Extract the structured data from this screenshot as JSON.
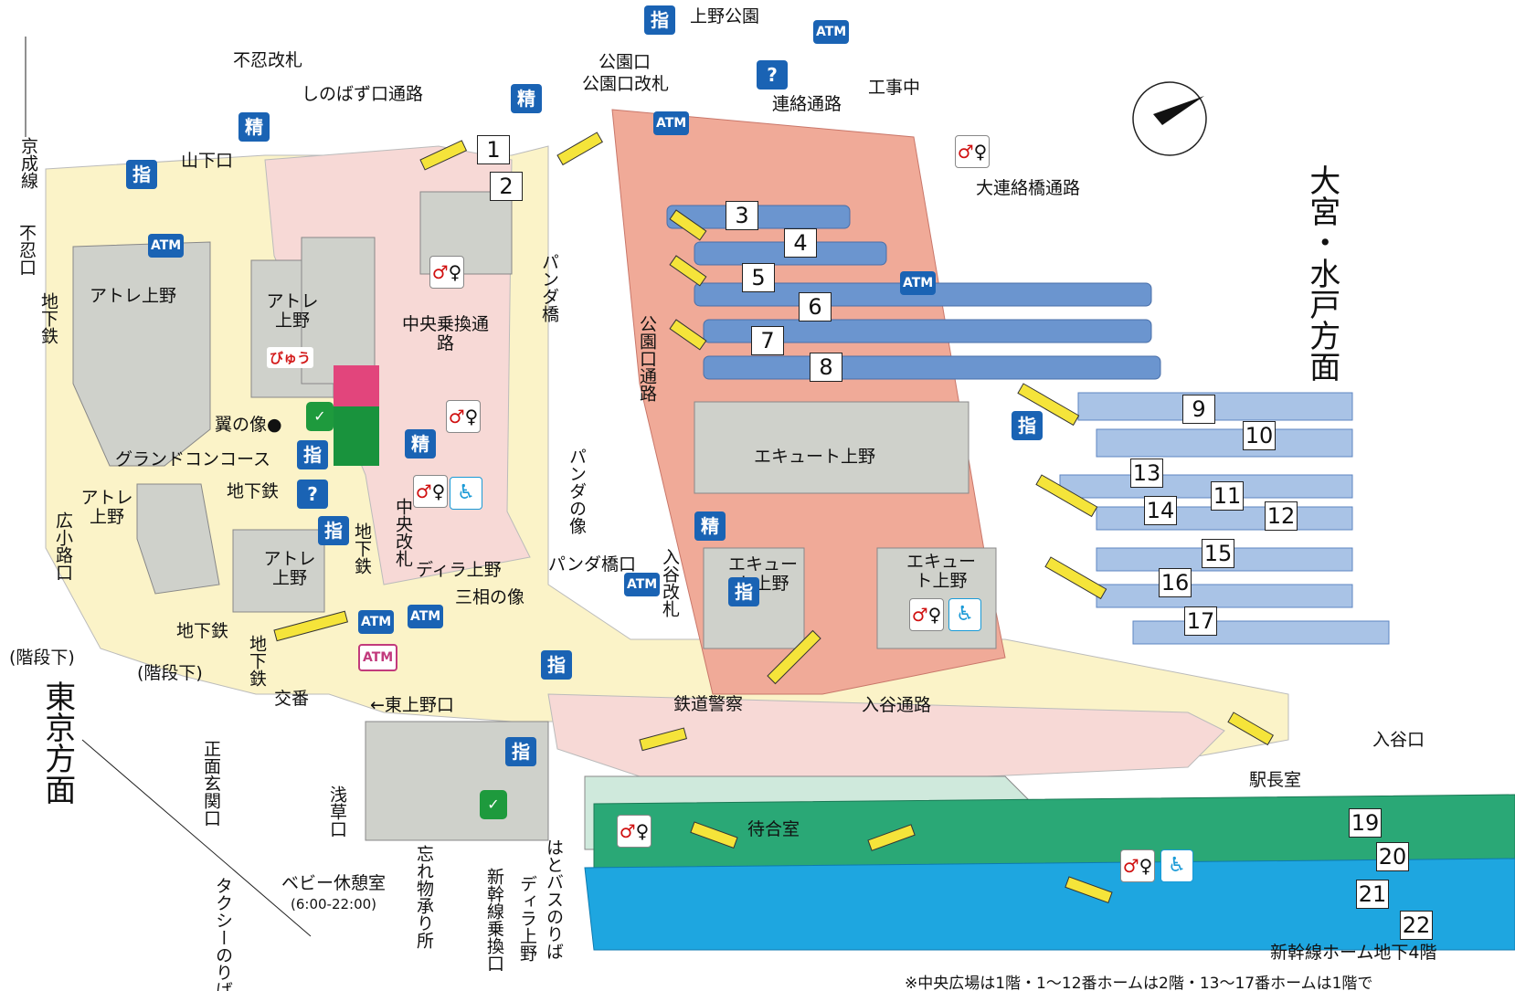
{
  "map": {
    "platforms": [
      "1",
      "2",
      "3",
      "4",
      "5",
      "6",
      "7",
      "8",
      "9",
      "10",
      "13",
      "11",
      "14",
      "12",
      "15",
      "16",
      "17",
      "19",
      "20",
      "21",
      "22"
    ],
    "places": {
      "ueno_park": "上野公園",
      "koenguchi": "公園口",
      "koen_gate": "公園口改札",
      "renraku": "連絡通路",
      "koji": "工事中",
      "dai_renraku": "大連絡橋通路",
      "shinobazu_gate": "不忍改札",
      "shinobazu_path": "しのばず口通路",
      "yamashita": "山下口",
      "atre1": "アトレ上野",
      "atre2": "アトレ上野",
      "atre3": "アトレ上野",
      "atre4": "アトレ上野",
      "chuo_transfer": "中央乗換通路",
      "panda_bridge": "パンダ橋",
      "panda_statue": "パンダの像",
      "panda_bridge_exit": "パンダ橋口",
      "koen_path": "公園口通路",
      "ecute1": "エキュート上野",
      "ecute2": "エキュート上野",
      "ecute3": "エキュート上野",
      "tsubasa": "翼の像●",
      "grand": "グランドコンコース",
      "chikatetsu1": "地下鉄",
      "chikatetsu2": "地下鉄",
      "chikatetsu3": "地下鉄",
      "chikatetsu4": "地下鉄",
      "chikatetsu5": "地下鉄",
      "chuo_gate": "中央改札",
      "dila1": "ディラ上野",
      "sanso": "三相の像",
      "iriya_gate": "入谷改札",
      "hirokoji": "広小路口",
      "kaidan1": "(階段下)",
      "kaidan2": "(階段下)",
      "koban": "交番",
      "higashi_ueno": "←東上野口",
      "tetsudo": "鉄道警察",
      "iriya_path": "入谷通路",
      "iriya_exit": "入谷口",
      "ekicho": "駅長室",
      "machiai": "待合室",
      "shomen": "正面玄関口",
      "asakusa": "浅草口",
      "baby": "ベビー休憩室",
      "baby_hours": "(6:00-22:00)",
      "wasuremono": "忘れ物承り所",
      "shinkansen_transfer": "新幹線乗換口",
      "hato_bus": "はとバスのりば",
      "dila2": "ディラ上野",
      "taxi": "タクシーのりば",
      "keisei": "京成線",
      "shinobazu": "不忍口",
      "subway": "地下鉄",
      "shin_home": "新幹線ホーム地下4階",
      "note": "※中央広場は1階・1〜12番ホームは2階・13〜17番ホームは1階で"
    },
    "directions": {
      "tokyo": "東京方面",
      "omiya": "大宮・水戸方面"
    },
    "icons": {
      "shitei": "指",
      "sei": "精",
      "atm": "ATM",
      "info": "?",
      "view": "びゅう"
    },
    "colors": {
      "concourse": "#fbf3c8",
      "pink": "#f7d9d6",
      "salmon": "#f0aa98",
      "blue": "#6b95cf",
      "lightblue": "#a9c3e6",
      "gray": "#cfd1cb",
      "green": "#2aa876",
      "cyan": "#1ea6e0",
      "lightgreen": "#cfe9dc",
      "escalator": "#f5e43a",
      "icon_blue": "#1a63b4"
    }
  }
}
